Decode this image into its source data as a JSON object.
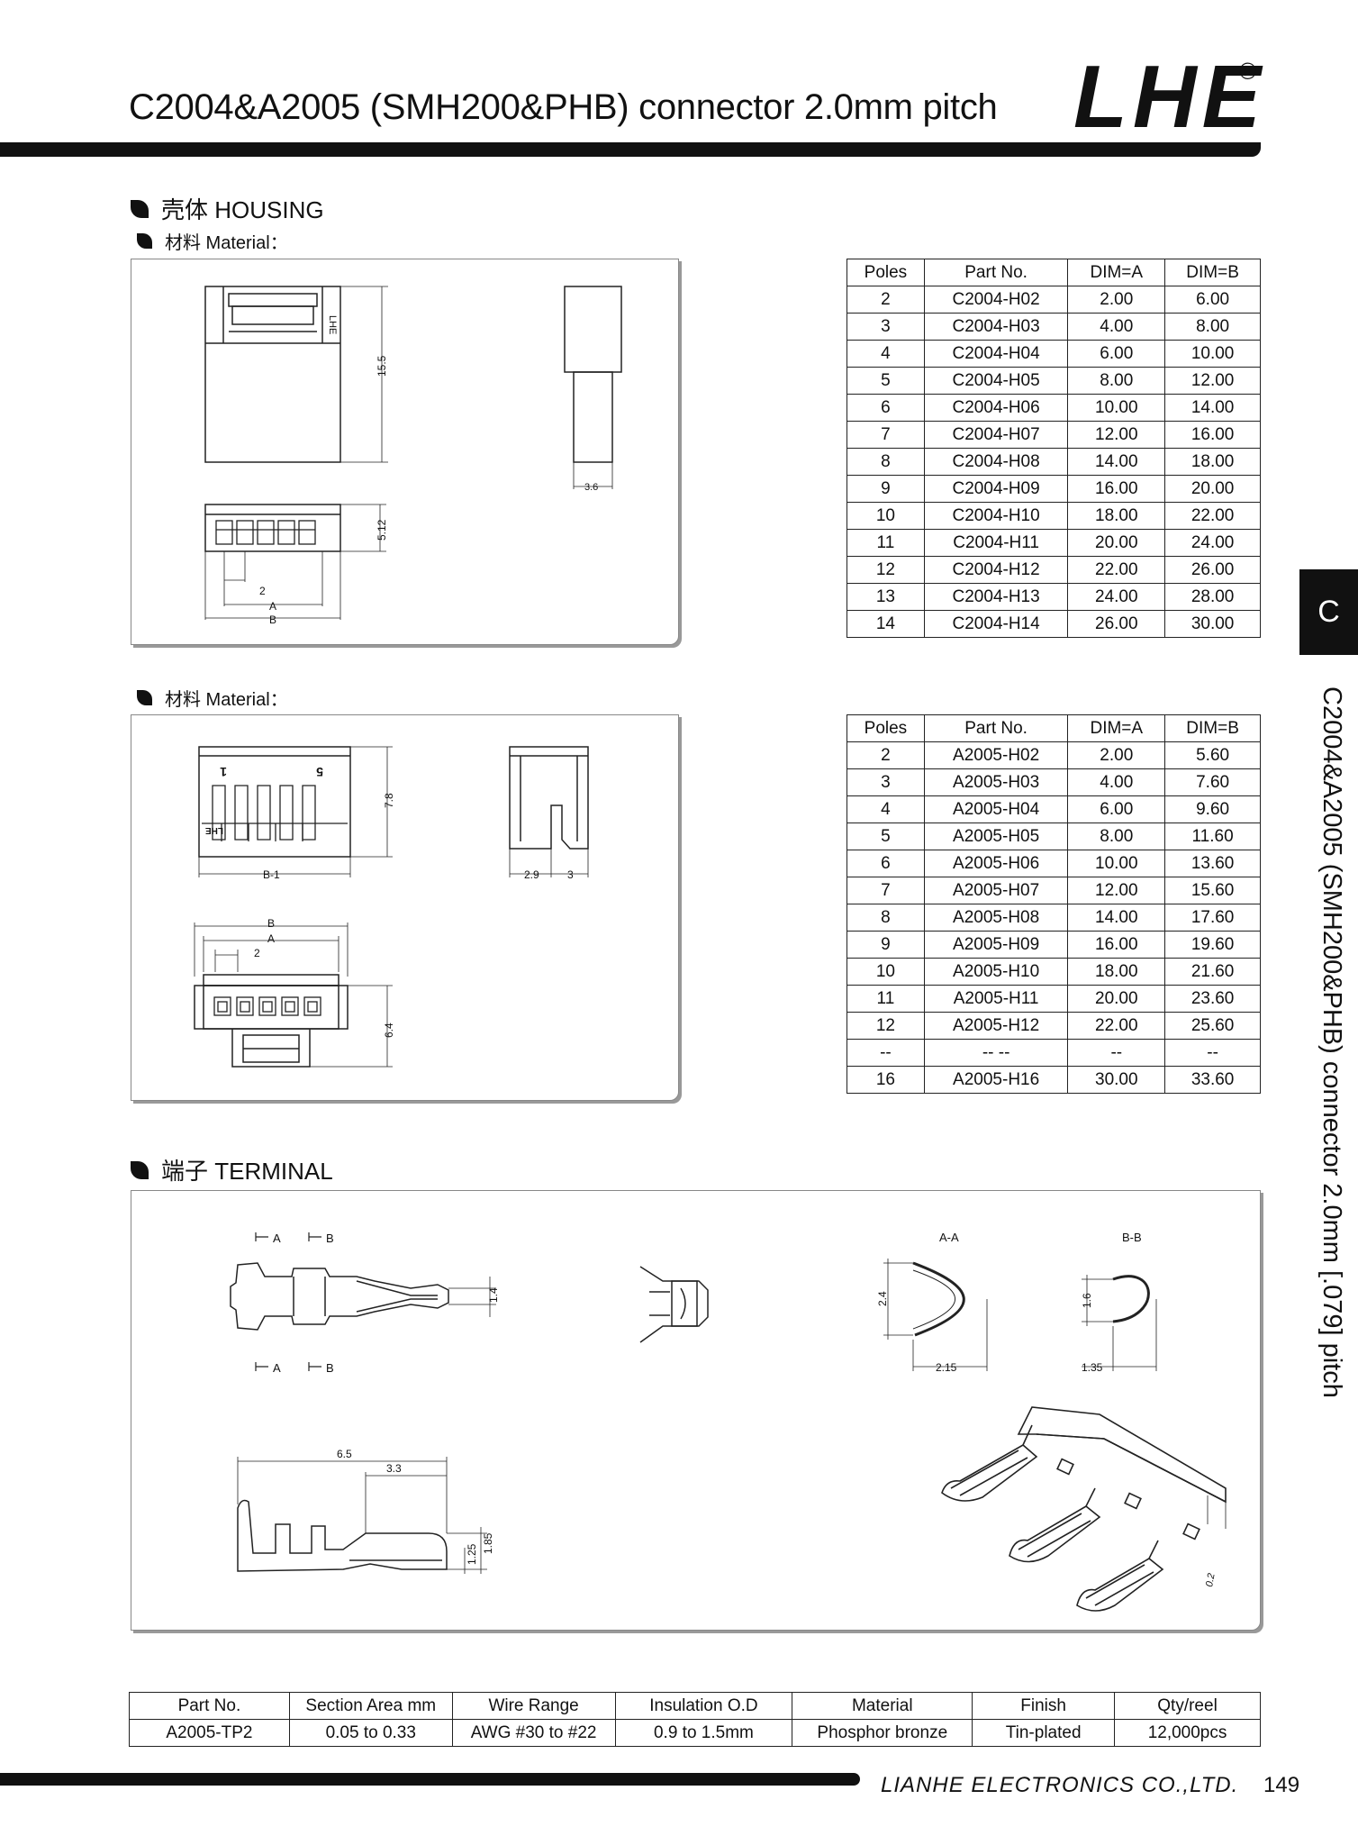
{
  "header": {
    "title": "C2004&A2005 (SMH200&PHB) connector 2.0mm pitch",
    "logo": "LHE",
    "registered": "®"
  },
  "housing": {
    "section_title": "壳体 HOUSING",
    "material_label_1": "材料 Material：",
    "material_label_2": "材料 Material："
  },
  "c2004_table": {
    "headers": [
      "Poles",
      "Part No.",
      "DIM=A",
      "DIM=B"
    ],
    "rows": [
      [
        "2",
        "C2004-H02",
        "2.00",
        "6.00"
      ],
      [
        "3",
        "C2004-H03",
        "4.00",
        "8.00"
      ],
      [
        "4",
        "C2004-H04",
        "6.00",
        "10.00"
      ],
      [
        "5",
        "C2004-H05",
        "8.00",
        "12.00"
      ],
      [
        "6",
        "C2004-H06",
        "10.00",
        "14.00"
      ],
      [
        "7",
        "C2004-H07",
        "12.00",
        "16.00"
      ],
      [
        "8",
        "C2004-H08",
        "14.00",
        "18.00"
      ],
      [
        "9",
        "C2004-H09",
        "16.00",
        "20.00"
      ],
      [
        "10",
        "C2004-H10",
        "18.00",
        "22.00"
      ],
      [
        "11",
        "C2004-H11",
        "20.00",
        "24.00"
      ],
      [
        "12",
        "C2004-H12",
        "22.00",
        "26.00"
      ],
      [
        "13",
        "C2004-H13",
        "24.00",
        "28.00"
      ],
      [
        "14",
        "C2004-H14",
        "26.00",
        "30.00"
      ]
    ]
  },
  "a2005_table": {
    "headers": [
      "Poles",
      "Part No.",
      "DIM=A",
      "DIM=B"
    ],
    "rows": [
      [
        "2",
        "A2005-H02",
        "2.00",
        "5.60"
      ],
      [
        "3",
        "A2005-H03",
        "4.00",
        "7.60"
      ],
      [
        "4",
        "A2005-H04",
        "6.00",
        "9.60"
      ],
      [
        "5",
        "A2005-H05",
        "8.00",
        "11.60"
      ],
      [
        "6",
        "A2005-H06",
        "10.00",
        "13.60"
      ],
      [
        "7",
        "A2005-H07",
        "12.00",
        "15.60"
      ],
      [
        "8",
        "A2005-H08",
        "14.00",
        "17.60"
      ],
      [
        "9",
        "A2005-H09",
        "16.00",
        "19.60"
      ],
      [
        "10",
        "A2005-H10",
        "18.00",
        "21.60"
      ],
      [
        "11",
        "A2005-H11",
        "20.00",
        "23.60"
      ],
      [
        "12",
        "A2005-H12",
        "22.00",
        "25.60"
      ],
      [
        "--",
        "-- --",
        "--",
        "--"
      ],
      [
        "16",
        "A2005-H16",
        "30.00",
        "33.60"
      ]
    ]
  },
  "drawing1": {
    "dim_height": "15.5",
    "dim_width": "3.6",
    "dim_front_h": "5.12",
    "dim_pitch": "2",
    "dim_a": "A",
    "dim_b": "B",
    "mark": "LHE"
  },
  "drawing2": {
    "dim_height": "7.8",
    "dim_b1": "B-1",
    "dim_side1": "2.9",
    "dim_side2": "3",
    "dim_b": "B",
    "dim_a": "A",
    "dim_pitch": "2",
    "dim_front_h": "6.4",
    "mark1": "1",
    "mark5": "5",
    "mark_logo": "LHE"
  },
  "terminal": {
    "section_title": "端子 TERMINAL",
    "sec_a": "A",
    "sec_b": "B",
    "dim_14": "1.4",
    "section_aa": "A-A",
    "section_bb": "B-B",
    "dim_24": "2.4",
    "dim_215": "2.15",
    "dim_16": "1.6",
    "dim_135": "1.35",
    "dim_65": "6.5",
    "dim_33": "3.3",
    "dim_125": "1.25",
    "dim_185": "1.85",
    "dim_02": "0.2"
  },
  "terminal_table": {
    "headers": [
      "Part No.",
      "Section Area mm",
      "Wire Range",
      "Insulation O.D",
      "Material",
      "Finish",
      "Qty/reel"
    ],
    "row": [
      "A2005-TP2",
      "0.05 to 0.33",
      "AWG #30 to #22",
      "0.9 to 1.5mm",
      "Phosphor bronze",
      "Tin-plated",
      "12,000pcs"
    ]
  },
  "side": {
    "tab": "C",
    "text": "C2004&A2005 (SMH200&PHB) connector 2.0mm [.079] pitch"
  },
  "footer": {
    "company": "LIANHE ELECTRONICS CO.,LTD.",
    "page": "149"
  }
}
